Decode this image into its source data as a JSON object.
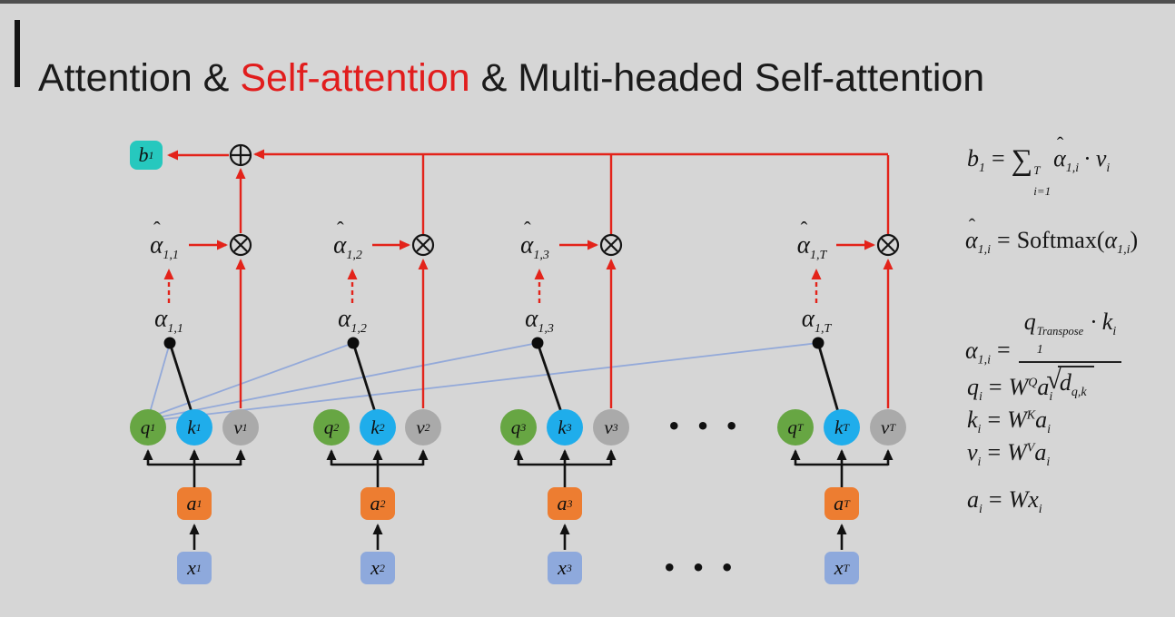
{
  "title": {
    "part1": "Attention & ",
    "part2": "Self-attention",
    "part3": " & Multi-headed Self-attention"
  },
  "colors": {
    "background": "#d6d6d6",
    "title_red": "#e11d1d",
    "arrow_red": "#e3231a",
    "attention_line_blue": "#93a9d9",
    "q_green": "#67a643",
    "k_blue": "#1fadeb",
    "v_gray": "#aaaaaa",
    "a_orange": "#ed7d31",
    "x_blue": "#8ea9dc",
    "b_teal": "#26c8be"
  },
  "diagram": {
    "b": {
      "base": "b",
      "sub": "1"
    },
    "symbols": {
      "alpha": "α",
      "hat": "ˆ"
    },
    "ellipsis": "• • •",
    "groups": [
      {
        "ahat_sub": "1,1",
        "alpha_sub": "1,1",
        "q_base": "q",
        "q_sub": "1",
        "k_base": "k",
        "k_sub": "1",
        "v_base": "v",
        "v_sub": "1",
        "a_base": "a",
        "a_sub": "1",
        "x_base": "x",
        "x_sub": "1"
      },
      {
        "ahat_sub": "1,2",
        "alpha_sub": "1,2",
        "q_base": "q",
        "q_sub": "2",
        "k_base": "k",
        "k_sub": "2",
        "v_base": "v",
        "v_sub": "2",
        "a_base": "a",
        "a_sub": "2",
        "x_base": "x",
        "x_sub": "2"
      },
      {
        "ahat_sub": "1,3",
        "alpha_sub": "1,3",
        "q_base": "q",
        "q_sub": "3",
        "k_base": "k",
        "k_sub": "3",
        "v_base": "v",
        "v_sub": "3",
        "a_base": "a",
        "a_sub": "3",
        "x_base": "x",
        "x_sub": "3"
      },
      {
        "ahat_sub": "1,T",
        "alpha_sub": "1,T",
        "q_base": "q",
        "q_sub": "T",
        "k_base": "k",
        "k_sub": "T",
        "v_base": "v",
        "v_sub": "T",
        "a_base": "a",
        "a_sub": "T",
        "x_base": "x",
        "x_sub": "T"
      }
    ]
  },
  "formulas": {
    "b_sum": {
      "lhs": "b",
      "lhs_sub": "1",
      "eq": "=",
      "sum": "∑",
      "sum_top": "T",
      "sum_bottom": "i=1",
      "alpha": "α",
      "hat": "ˆ",
      "alpha_sub": "1,i",
      "op": "·",
      "rhs": "v",
      "rhs_sub": "i"
    },
    "softmax": {
      "lhs_alpha": "α",
      "hat": "ˆ",
      "lhs_sub": "1,i",
      "eq": "=",
      "fn": "Softmax",
      "lparen": "(",
      "alpha": "α",
      "alpha_sub": "1,i",
      "rparen": ")"
    },
    "alpha_frac": {
      "lhs": "α",
      "lhs_sub": "1,i",
      "eq": "=",
      "num_q": "q",
      "num_q_sup": "Transpose",
      "num_q_sub": "1",
      "op": "·",
      "num_k": "k",
      "num_k_sub": "i",
      "radical": "√",
      "den": "d",
      "den_sub": "q,k"
    },
    "q": {
      "lhs": "q",
      "lhs_sub": "i",
      "eq": "=",
      "w": "W",
      "w_sup": "Q",
      "rhs": "a",
      "rhs_sub": "i"
    },
    "k": {
      "lhs": "k",
      "lhs_sub": "i",
      "eq": "=",
      "w": "W",
      "w_sup": "K",
      "rhs": "a",
      "rhs_sub": "i"
    },
    "v": {
      "lhs": "v",
      "lhs_sub": "i",
      "eq": "=",
      "w": "W",
      "w_sup": "V",
      "rhs": "a",
      "rhs_sub": "i"
    },
    "a": {
      "lhs": "a",
      "lhs_sub": "i",
      "eq": "=",
      "w": "W",
      "rhs": "x",
      "rhs_sub": "i"
    }
  }
}
